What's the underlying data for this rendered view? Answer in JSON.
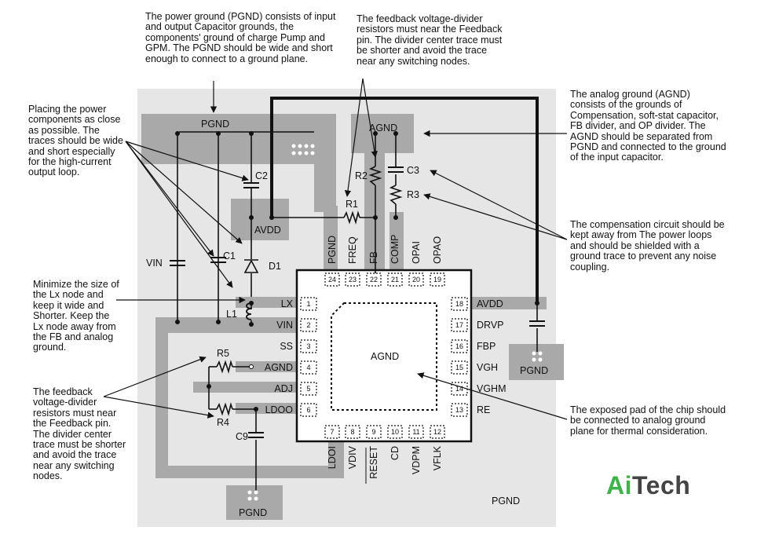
{
  "notes": {
    "pgnd": "The power ground (PGND) consists of input and output Capacitor grounds, the components' ground of charge Pump and GPM. The PGND should be wide and short enough to connect to a ground plane.",
    "feedback_top": "The feedback voltage-divider resistors must near the Feedback pin. The divider center trace must be shorter and avoid the trace near any switching nodes.",
    "agnd": "The analog ground (AGND) consists of the grounds of Compensation, soft-stat capacitor, FB divider, and OP divider. The AGND should be separated from PGND and connected to the ground of the input capacitor.",
    "power_components": "Placing the power components as close as possible. The traces should be wide and short especially for the high-current output loop.",
    "compensation": "The compensation circuit should be kept away from The power loops and should be shielded with a ground trace to prevent any noise coupling.",
    "lx": "Minimize the size of the Lx node and keep it wide and Shorter. Keep the Lx node away from the FB and analog ground.",
    "feedback_left": "The feedback voltage-divider resistors must near the Feedback pin. The divider center trace must be shorter and avoid the trace near any switching nodes.",
    "exposed_pad": "The exposed pad of the chip should be connected to analog ground plane for thermal consideration."
  },
  "labels": {
    "pgnd_top": "PGND",
    "agnd_top": "AGND",
    "avdd_region": "AVDD",
    "pgnd_right": "PGND",
    "pgnd_bottom": "PGND",
    "pgnd_board": "PGND",
    "chip_center": "AGND",
    "vin": "VIN",
    "c1": "C1",
    "c2": "C2",
    "c3": "C3",
    "c9": "C9",
    "d1": "D1",
    "l1": "L1",
    "r1": "R1",
    "r2": "R2",
    "r3": "R3",
    "r4": "R4",
    "r5": "R5"
  },
  "pins_left": [
    {
      "num": "1",
      "name": "LX"
    },
    {
      "num": "2",
      "name": "VIN"
    },
    {
      "num": "3",
      "name": "SS"
    },
    {
      "num": "4",
      "name": "AGND"
    },
    {
      "num": "5",
      "name": "ADJ"
    },
    {
      "num": "6",
      "name": "LDOO"
    }
  ],
  "pins_right": [
    {
      "num": "18",
      "name": "AVDD"
    },
    {
      "num": "17",
      "name": "DRVP"
    },
    {
      "num": "16",
      "name": "FBP"
    },
    {
      "num": "15",
      "name": "VGH"
    },
    {
      "num": "14",
      "name": "VGHM"
    },
    {
      "num": "13",
      "name": "RE"
    }
  ],
  "pins_top": [
    {
      "num": "24",
      "name": "PGND"
    },
    {
      "num": "23",
      "name": "FREQ"
    },
    {
      "num": "22",
      "name": "FB"
    },
    {
      "num": "21",
      "name": "COMP"
    },
    {
      "num": "20",
      "name": "OPAI"
    },
    {
      "num": "19",
      "name": "OPAO"
    }
  ],
  "pins_bottom": [
    {
      "num": "7",
      "name": "LDOI"
    },
    {
      "num": "8",
      "name": "VDIV"
    },
    {
      "num": "9",
      "name": "RESET"
    },
    {
      "num": "10",
      "name": "CD"
    },
    {
      "num": "11",
      "name": "VDPM"
    },
    {
      "num": "12",
      "name": "VFLK"
    }
  ],
  "brand": {
    "part1": "Ai",
    "part2": "Tech"
  },
  "colors": {
    "board": "#e6e6e6",
    "plane": "#a9a9a9",
    "trace": "#111111",
    "brand_green": "#3db34a"
  }
}
